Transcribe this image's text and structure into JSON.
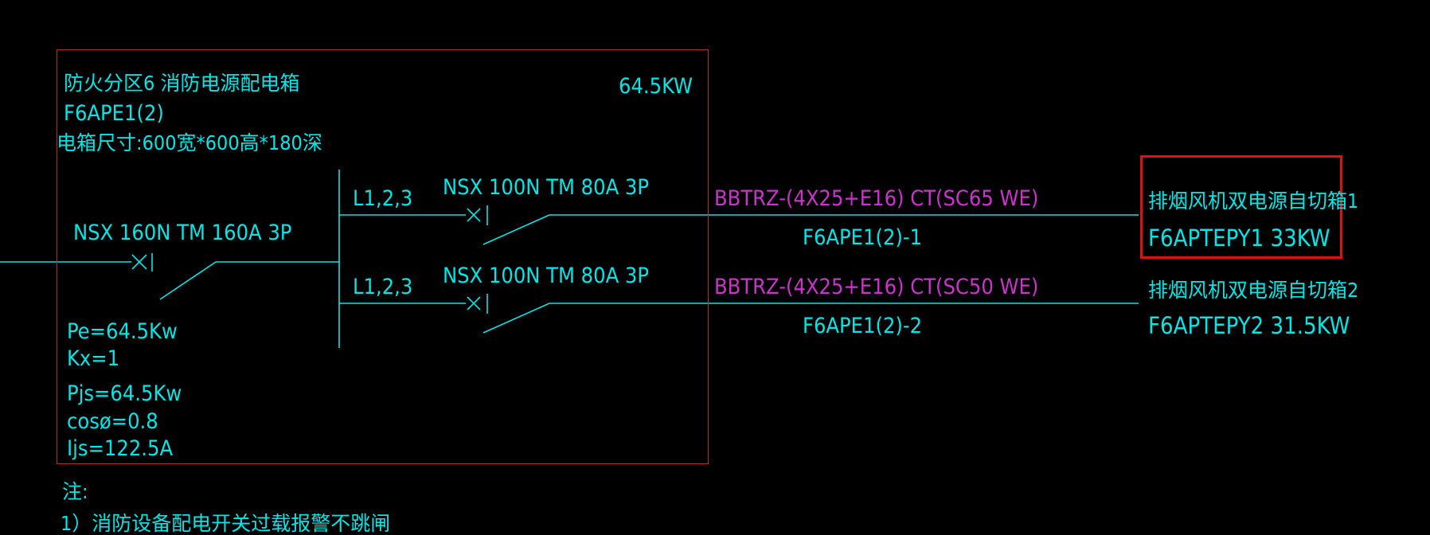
{
  "panel": {
    "title": "防火分区6 消防电源配电箱",
    "code": "F6APE1(2)",
    "size": "电箱尺寸:600宽*600高*180深",
    "power": "64.5KW"
  },
  "main_breaker": {
    "label": "NSX 160N TM 160A 3P"
  },
  "circuits": [
    {
      "phase": "L1,2,3",
      "breaker": "NSX 100N TM 80A 3P",
      "cable": "BBTRZ-(4X25+E16) CT(SC65 WE)",
      "circuit_id": "F6APE1(2)-1",
      "load_name": "排烟风机双电源自切箱1",
      "load_code": "F6APTEPY1 33KW",
      "highlighted": true
    },
    {
      "phase": "L1,2,3",
      "breaker": "NSX 100N TM 80A 3P",
      "cable": "BBTRZ-(4X25+E16) CT(SC50 WE)",
      "circuit_id": "F6APE1(2)-2",
      "load_name": "排烟风机双电源自切箱2",
      "load_code": "F6APTEPY2 31.5KW",
      "highlighted": false
    }
  ],
  "calc": {
    "pe": "Pe=64.5Kw",
    "kx": "Kx=1",
    "pjs": "Pjs=64.5Kw",
    "cos": "cosø=0.8",
    "ijs": "Ijs=122.5A"
  },
  "notes": {
    "heading": "注:",
    "line1": "1）消防设备配电开关过载报警不跳闸"
  },
  "colors": {
    "background": "#000000",
    "cyan": "#00e6e6",
    "magenta": "#cc33cc",
    "frame": "#b03030",
    "highlight": "#e01010"
  }
}
